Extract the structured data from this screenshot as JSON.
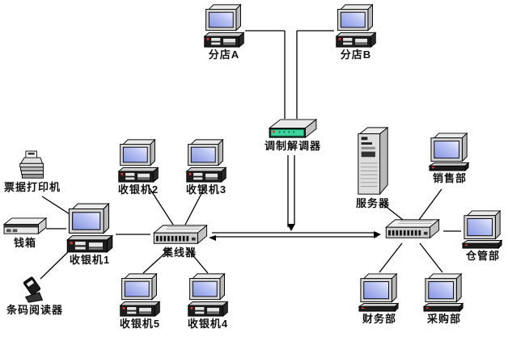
{
  "diagram_title": "POS store network topology",
  "colors": {
    "background": "#ffffff",
    "line": "#000000",
    "screen_blue": "#aab6f2",
    "modem_face_teal": "#3fd49e",
    "case_dark": "#1c1c1c",
    "chassis_gray": "#d6d6d6"
  },
  "nodes": {
    "branch_a": {
      "label": "分店A"
    },
    "branch_b": {
      "label": "分店B"
    },
    "modem": {
      "label": "调制解调器"
    },
    "cash1": {
      "label": "收银机1"
    },
    "cash2": {
      "label": "收银机2"
    },
    "cash3": {
      "label": "收银机3"
    },
    "cash4": {
      "label": "收银机4"
    },
    "cash5": {
      "label": "收银机5"
    },
    "hub": {
      "label": "集线器"
    },
    "hub2": {
      "label": ""
    },
    "printer": {
      "label": "票据打印机"
    },
    "drawer": {
      "label": "钱箱"
    },
    "barcode": {
      "label": "条码阅读器"
    },
    "server": {
      "label": "服务器"
    },
    "sales": {
      "label": "销售部"
    },
    "warehouse": {
      "label": "仓管部"
    },
    "finance": {
      "label": "财务部"
    },
    "purchasing": {
      "label": "采购部"
    }
  },
  "edges": [
    {
      "from": "branch_a",
      "to": "modem",
      "style": "single"
    },
    {
      "from": "branch_b",
      "to": "modem",
      "style": "single"
    },
    {
      "from": "modem",
      "to": "backbone",
      "style": "double",
      "arrow": "down"
    },
    {
      "from": "hub",
      "to": "hub2",
      "style": "double",
      "arrow": "both"
    },
    {
      "from": "cash1",
      "to": "hub",
      "style": "single"
    },
    {
      "from": "cash2",
      "to": "hub",
      "style": "single"
    },
    {
      "from": "cash3",
      "to": "hub",
      "style": "single"
    },
    {
      "from": "cash4",
      "to": "hub",
      "style": "single"
    },
    {
      "from": "cash5",
      "to": "hub",
      "style": "single"
    },
    {
      "from": "printer",
      "to": "cash1",
      "style": "single"
    },
    {
      "from": "drawer",
      "to": "cash1",
      "style": "single"
    },
    {
      "from": "barcode",
      "to": "cash1",
      "style": "single"
    },
    {
      "from": "server",
      "to": "hub2",
      "style": "single"
    },
    {
      "from": "sales",
      "to": "hub2",
      "style": "single"
    },
    {
      "from": "warehouse",
      "to": "hub2",
      "style": "single"
    },
    {
      "from": "finance",
      "to": "hub2",
      "style": "single"
    },
    {
      "from": "purchasing",
      "to": "hub2",
      "style": "single"
    }
  ]
}
